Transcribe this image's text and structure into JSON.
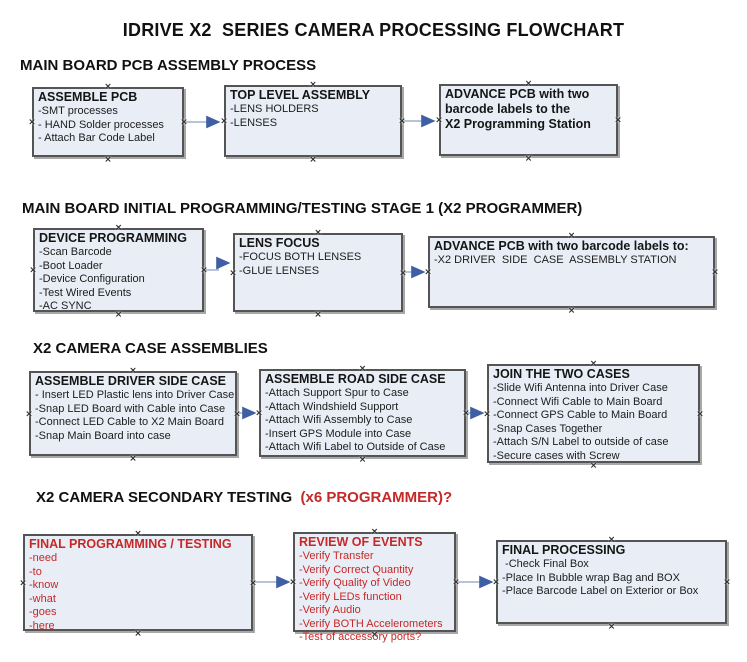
{
  "title": "IDRIVE X2  SERIES CAMERA PROCESSING FLOWCHART",
  "colors": {
    "box_fill": "#e9eef6",
    "box_border": "#545454",
    "connector_line": "#9db0cd",
    "connector_arrowhead": "#3f5fa5",
    "accent_red": "#c62828"
  },
  "sections": [
    {
      "heading": "MAIN BOARD PCB ASSEMBLY PROCESS",
      "boxes": [
        {
          "title": "ASSEMBLE PCB",
          "items": [
            "-SMT processes",
            "- HAND Solder processes",
            "- Attach Bar Code Label"
          ]
        },
        {
          "title": "TOP LEVEL ASSEMBLY",
          "items": [
            "-LENS HOLDERS",
            "-LENSES"
          ]
        },
        {
          "title": "ADVANCE PCB with two\nbarcode labels to the\n X2 Programming Station",
          "items": []
        }
      ]
    },
    {
      "heading": "MAIN BOARD INITIAL PROGRAMMING/TESTING STAGE 1 (X2 PROGRAMMER)",
      "boxes": [
        {
          "title": "DEVICE PROGRAMMING",
          "items": [
            "-Scan Barcode",
            "-Boot Loader",
            "-Device Configuration",
            "-Test Wired Events",
            "-AC SYNC"
          ]
        },
        {
          "title": "LENS FOCUS",
          "items": [
            "-FOCUS BOTH LENSES",
            "-GLUE LENSES"
          ]
        },
        {
          "title": "ADVANCE PCB with two barcode labels to:",
          "items": [
            "-X2 DRIVER  SIDE  CASE  ASSEMBLY STATION"
          ]
        }
      ]
    },
    {
      "heading": "X2 CAMERA CASE ASSEMBLIES",
      "boxes": [
        {
          "title": "ASSEMBLE DRIVER SIDE CASE",
          "items": [
            "- Insert LED Plastic lens into Driver Case",
            "-Snap LED Board with Cable into Case",
            "-Connect LED Cable to X2 Main Board",
            "-Snap Main Board into case"
          ]
        },
        {
          "title": "ASSEMBLE ROAD SIDE CASE",
          "items": [
            "-Attach Support Spur to Case",
            "-Attach Windshield Support",
            "-Attach Wifi Assembly to Case",
            "-Insert GPS Module into Case",
            "-Attach Wifi Label to Outside of Case"
          ]
        },
        {
          "title": "JOIN THE TWO CASES",
          "items": [
            "-Slide Wifi Antenna into Driver Case",
            "-Connect Wifi Cable to Main Board",
            "-Connect GPS Cable to Main Board",
            "-Snap Cases Together",
            "-Attach S/N Label to outside of case",
            "-Secure cases with Screw"
          ]
        }
      ]
    },
    {
      "heading": "X2 CAMERA SECONDARY TESTING  ",
      "heading_red": "(x6 PROGRAMMER)?",
      "boxes": [
        {
          "title": "FINAL PROGRAMMING / TESTING",
          "items": [
            "-need",
            "-to",
            "-know",
            "-what",
            "-goes",
            "-here"
          ]
        },
        {
          "title": "REVIEW OF EVENTS",
          "items": [
            "-Verify Transfer",
            "-Verify Correct Quantity",
            "-Verify Quality of Video",
            "-Verify LEDs function",
            "-Verify Audio",
            "-Verify BOTH Accelerometers",
            "-Test of accessory ports?"
          ]
        },
        {
          "title": "FINAL PROCESSING",
          "items": [
            " -Check Final Box",
            "-Place In Bubble wrap Bag and BOX",
            "-Place Barcode Label on Exterior or Box"
          ]
        }
      ]
    }
  ]
}
